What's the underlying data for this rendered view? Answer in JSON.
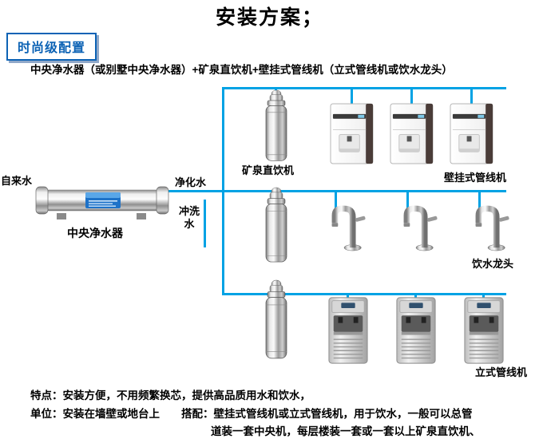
{
  "title": "安装方案；",
  "badge": "时尚级配置",
  "subtitle": "中央净水器（或别墅中央净水器）+矿泉直饮机+壁挂式管线机（立式管线机或饮水龙头）",
  "diagram": {
    "line_color": "#00a2e4",
    "tap_water": "自来水",
    "purified_water": "净化水",
    "flush_water": "冲洗水",
    "central_purifier": "中央净水器",
    "mineral_machine": "矿泉直饮机",
    "wall_machine": "壁挂式管线机",
    "faucet": "饮水龙头",
    "floor_machine": "立式管线机"
  },
  "footer": {
    "line1": "特点：安装方便，不用频繁换芯，提供高品质用水和饮水，",
    "line2": "单位：安装在墙壁或地台上　　搭配：壁挂式管线机或立式管线机，用于饮水，一般可以总管",
    "line3": "道装一套中央机，每层楼装一套或一套以上矿泉直饮机、"
  }
}
